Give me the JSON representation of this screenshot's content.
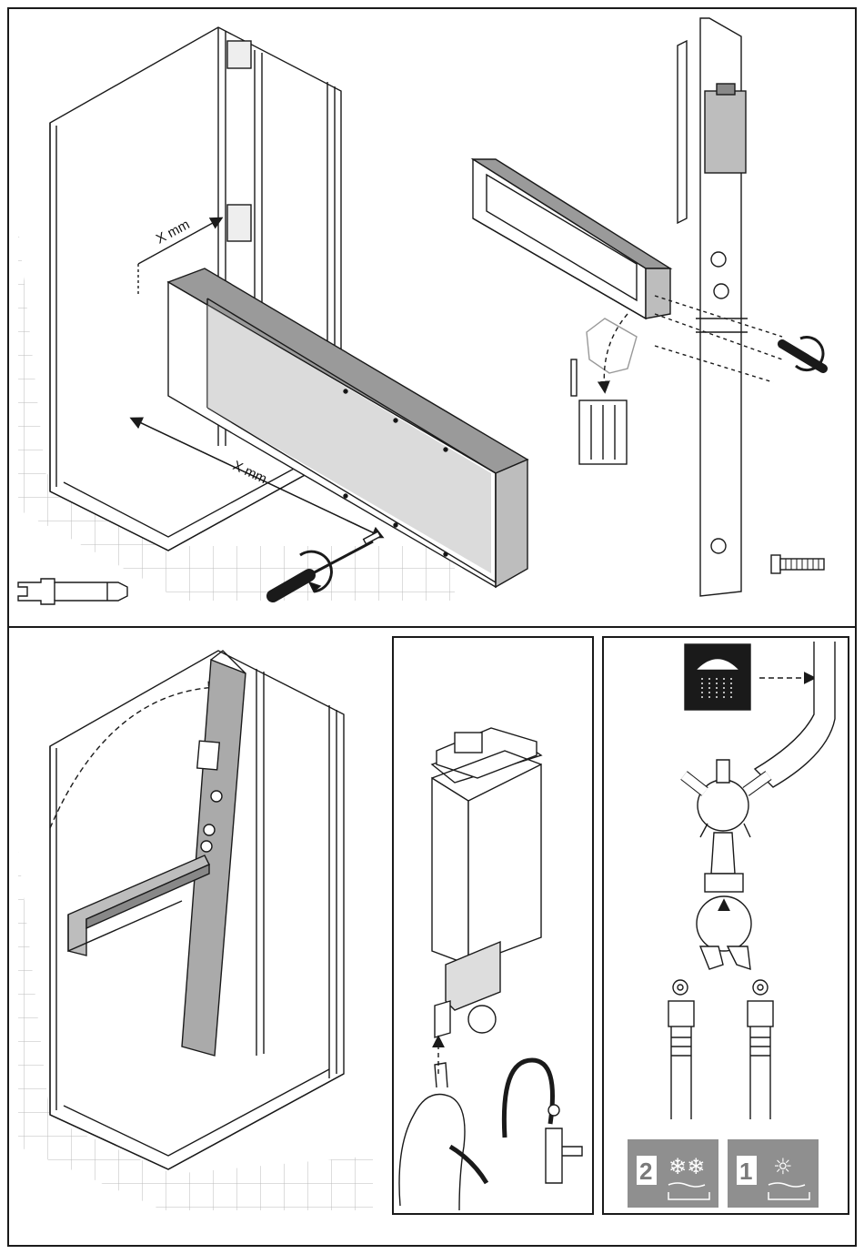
{
  "panel_top": {
    "dimension_label_upper": "X mm",
    "dimension_label_lower": "X mm"
  },
  "panel_hose": {
    "cold_badge": {
      "number": "2",
      "symbol": "❄❄"
    },
    "hot_badge": {
      "number": "1",
      "symbol": "☼"
    }
  },
  "colors": {
    "line": "#1a1a1a",
    "box_fill": "#bdbdbd",
    "box_dark": "#8c8c8c",
    "badge_bg": "#8f8f8f"
  },
  "icons": [
    "screwdriver-icon",
    "rotate-arrow-icon",
    "screw-icon",
    "fitting-icon",
    "shower-icon",
    "snowflake-icon",
    "sun-icon",
    "water-icon",
    "hand-icon"
  ]
}
